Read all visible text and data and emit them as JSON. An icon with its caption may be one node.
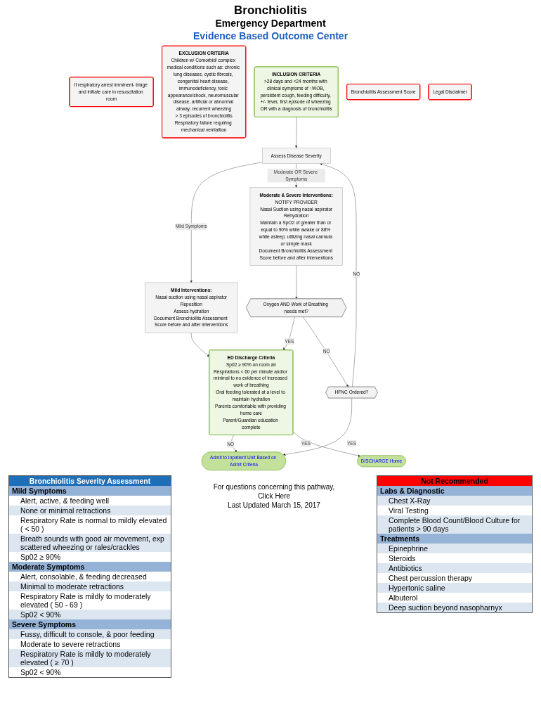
{
  "diagram": {
    "title": "Bronchiolitis",
    "nodes": [
      {
        "text": [
          "If respiratory arrest imminent- triage and initiate care in resuscitation room"
        ]
      },
      {
        "text": [
          "EXCLUSION CRITERIA",
          "Children w/ Comorbid/ complex medical conditions such as: chronic lung diseases, cystic fibrosis, congenital heart disease, immunodeficiency, toxic appearance/shock, neuromuscular disease, artificial or abnormal airway, recurrent wheezing",
          "> 3 episodes of bronchiolitis",
          "Respiratory failure requiring mechanical ventialtion"
        ]
      },
      {
        "text": [
          "INCLUSION CRITERIA",
          ">28 days and <24 months with clinical symptoms of ↑WOB, persistent cough, feeding difficulty, +/- fever, first episode of wheezing OR with a diagnosis of bronchiolitis"
        ]
      },
      {
        "text": [
          "Bronchiolitis Assessment Score"
        ]
      },
      {
        "text": [
          "Assess Disease Severity"
        ]
      },
      {
        "text": [
          "Mild Interventions:",
          "Nasal suction using nasal aspirator",
          "Reposition",
          "Assess hydration",
          "Document Bronchiolitis Assessment Score before and after interventions"
        ]
      },
      {
        "text": [
          "Moderate & Severe Interventions:",
          "NOTIFY PROVIDER",
          "Nasal Suction using nasal aspirator",
          "Rehydration",
          "Maintain a SpO2 of greater than or equal to 90% while awake or 88% while asleep; utilizing nasal cannula or simple mask",
          "Document Bronchiolitis Assessment Score before and after interventions"
        ]
      },
      {
        "text": [
          "Oxygen AND Work of Breathing needs met?"
        ]
      },
      {
        "text": [
          "HFNC Ordered?"
        ]
      },
      {
        "text": [
          "ED Discharge Criteria",
          "Sp02 ≥ 90% on room air",
          "Respirations < 60 per minute and/or minimal to no evidence of increased work of breathing",
          "Oral feeding tolerated at a level to maintain hydration",
          "Parents comfortable with providing home care",
          "Parent/Guardian education complete"
        ]
      },
      {
        "text": [
          "Admit to Inpatient Unit Based on Admit Criteria"
        ]
      },
      {
        "text": [
          "DISCHARGE Home"
        ]
      },
      {
        "text": [
          "Legal Disclaimer"
        ]
      }
    ],
    "edges": [
      {
        "from": 2,
        "to": 4,
        "arrow": "to"
      },
      {
        "from": 4,
        "to": 5,
        "arrow": "to",
        "label": "Mild Symptoms"
      },
      {
        "from": 4,
        "to": 6,
        "arrow": "to",
        "label": "Moderate OR Severe Symptoms"
      },
      {
        "from": 6,
        "to": 7,
        "arrow": "to"
      },
      {
        "from": 5,
        "to": 9,
        "arrow": "to"
      },
      {
        "from": 7,
        "to": 9,
        "arrow": "to",
        "label": "YES"
      },
      {
        "from": 7,
        "to": 8,
        "arrow": "to",
        "label": "NO"
      },
      {
        "from": 8,
        "to": 4,
        "arrow": "to",
        "label": "NO"
      },
      {
        "from": 8,
        "to": 10,
        "arrow": "to",
        "label": "YES"
      },
      {
        "from": 9,
        "to": 10,
        "arrow": "to",
        "label": "NO"
      },
      {
        "from": 9,
        "to": 11,
        "arrow": "to",
        "label": "YES"
      }
    ],
    "labels": [
      "Emergency Department",
      "Evidence Based Outcome Center",
      "Bronchiolitis Severity Assessment",
      "Mild Symptoms",
      "Alert, active, & feeding well",
      "None or minimal retractions",
      "Respiratory Rate is normal to mildly elevated ( < 50 )",
      "Breath sounds with good air movement, exp scattered wheezing or rales/crackles",
      "Sp02 ≥ 90%",
      "Moderate Symptoms",
      "Alert, consolable, & feeding decreased",
      "Minimal to moderate retractions",
      "Respiratory Rate is mildly to moderately elevated ( 50 - 69 )",
      "Sp02 < 90%",
      "Severe Symptoms",
      "Fussy, difficult to console, & poor feeding",
      "Moderate to severe retractions",
      "Respiratory Rate is mildly to moderately elevated ( ≥ 70 )",
      "Sp02 < 90%",
      "Not Recommended",
      "Labs & Diagnostic",
      "Chest X-Ray",
      "Viral Testing",
      "Complete Blood Count/Blood Culture for patients > 90 days",
      "Treatments",
      "Epinephrine",
      "Steroids",
      "Antibiotics",
      "Chest percussion therapy",
      "Hypertonic saline",
      "Albuterol",
      "Deep suction beyond nasopharnyx",
      "For questions concerning this pathway,",
      "Click Here",
      "Last Updated March 15, 2017"
    ]
  }
}
